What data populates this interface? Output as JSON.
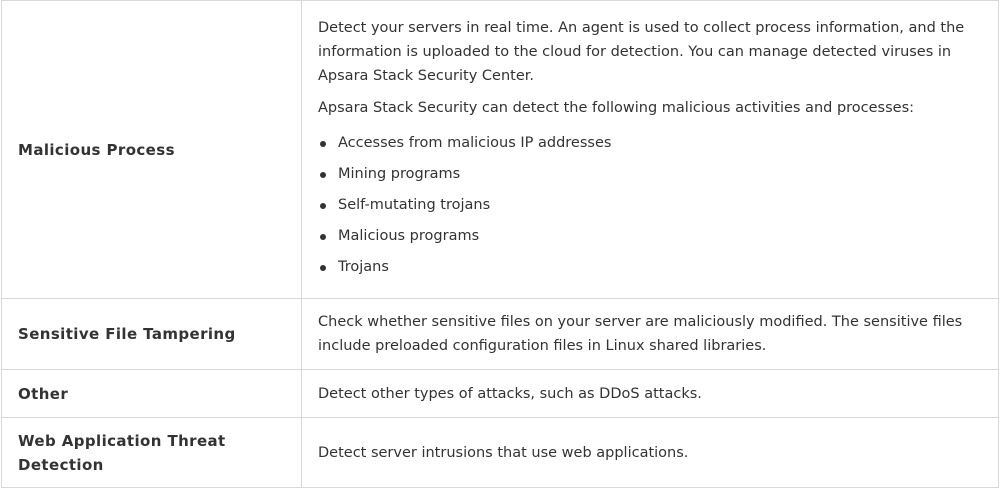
{
  "table": {
    "rows": [
      {
        "name": "Malicious Process",
        "paragraphs": [
          "Detect your servers in real time. An agent is used to collect process information, and the information is uploaded to the cloud for detection. You can manage detected viruses in Apsara Stack Security Center.",
          "Apsara Stack Security can detect the following malicious activities and processes:"
        ],
        "bullets": [
          "Accesses from malicious IP addresses",
          "Mining programs",
          "Self-mutating trojans",
          "Malicious programs",
          "Trojans"
        ]
      },
      {
        "name": "Sensitive File Tampering",
        "paragraphs": [
          "Check whether sensitive files on your server are maliciously modified. The sensitive files include preloaded configuration files in Linux shared libraries."
        ]
      },
      {
        "name": "Other",
        "paragraphs": [
          "Detect other types of attacks, such as DDoS attacks."
        ]
      },
      {
        "name": "Web Application Threat Detection",
        "paragraphs": [
          "Detect server intrusions that use web applications."
        ]
      }
    ]
  }
}
